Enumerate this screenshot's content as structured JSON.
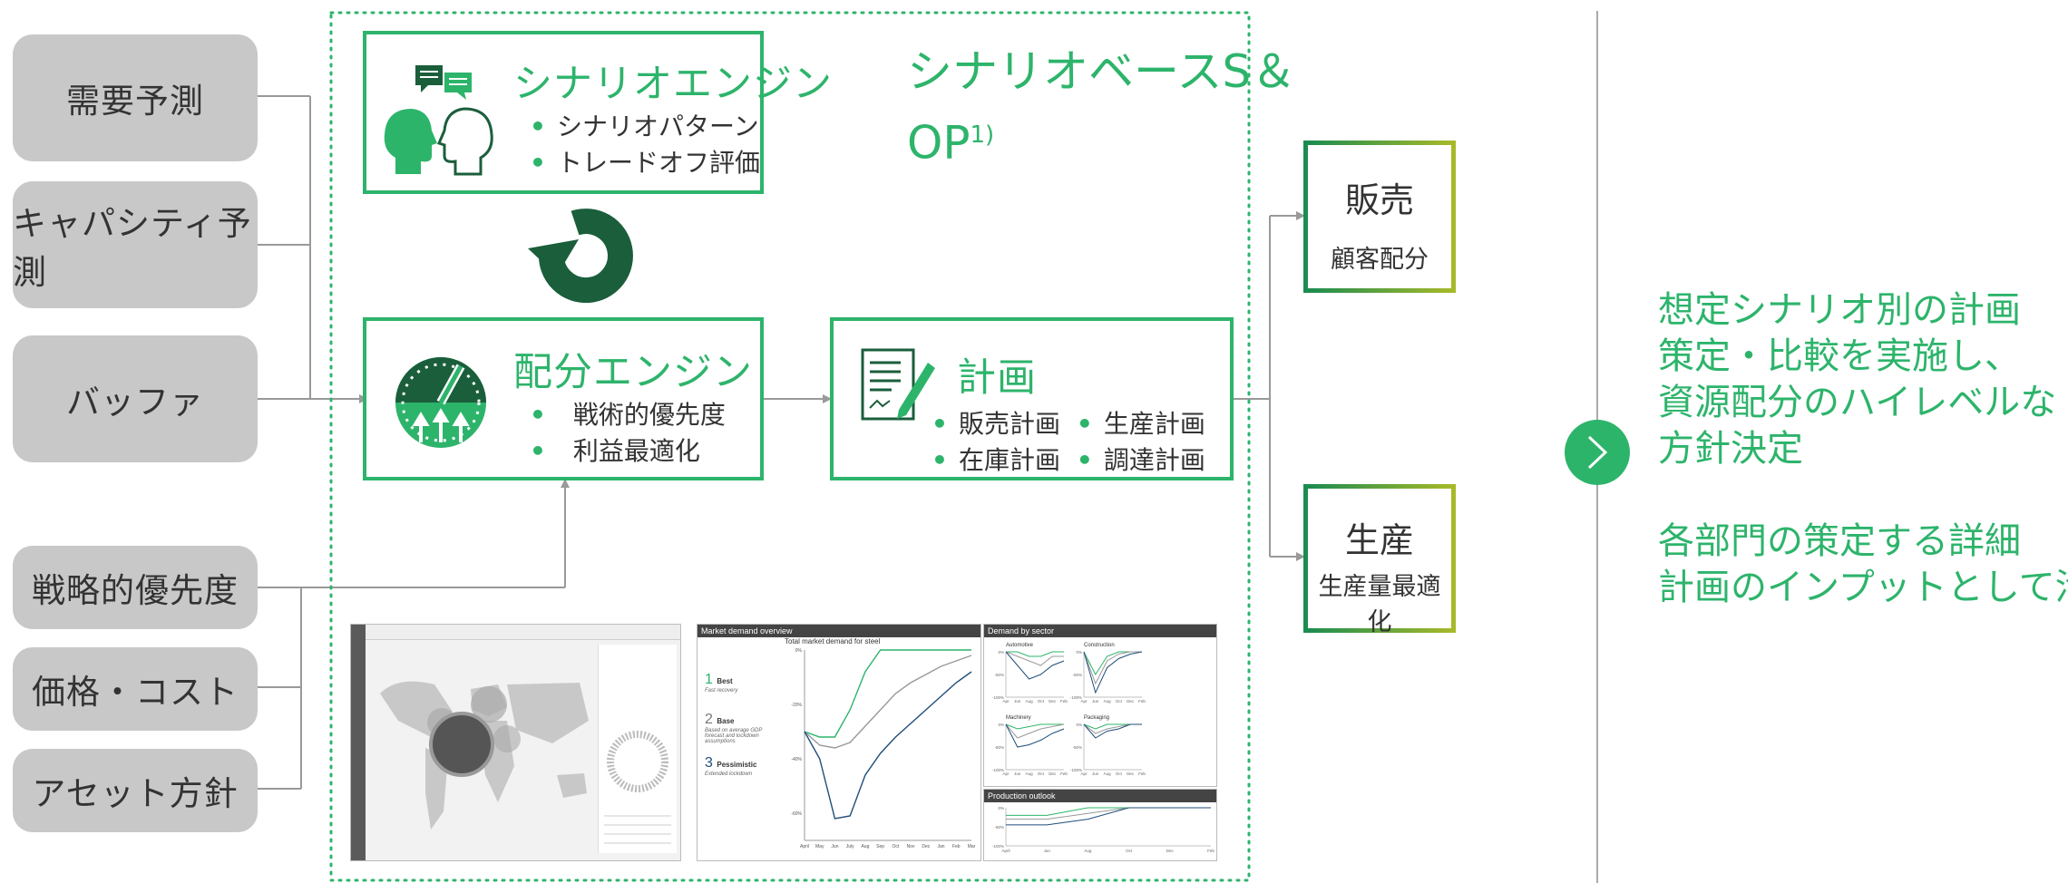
{
  "inputs_top": [
    "需要予測",
    "キャパシティ予測",
    "バッファ"
  ],
  "inputs_bottom": [
    "戦略的優先度",
    "価格・コスト",
    "アセット方針"
  ],
  "sop_title_line1": "シナリオベースS＆",
  "sop_title_line2": "OP",
  "sop_title_sup": "1)",
  "scenario_engine": {
    "title": "シナリオエンジン",
    "bullets": [
      "シナリオパターン",
      "トレードオフ評価"
    ]
  },
  "allocation_engine": {
    "title": "配分エンジン",
    "bullets": [
      "戦術的優先度",
      "利益最適化"
    ]
  },
  "plan": {
    "title": "計画",
    "bullets": [
      "販売計画",
      "生産計画",
      "在庫計画",
      "調達計画"
    ]
  },
  "sales": {
    "title": "販売",
    "sub": "顧客配分"
  },
  "production": {
    "title": "生産",
    "sub": "生産量最適化"
  },
  "right_text": [
    "想定シナリオ別の計画",
    "策定・比較を実施し、",
    "資源配分のハイレベルな",
    "方針決定",
    "",
    "各部門の策定する詳細",
    "計画のインプットとして活用"
  ],
  "colors": {
    "green": "#2db46b",
    "dark_green": "#1b5e3b",
    "gray_box": "#c8c8c8",
    "line": "#999999"
  },
  "icons": [
    "chat-bubbles-icon",
    "two-heads-icon",
    "cycle-arrow-icon",
    "gauge-icon",
    "document-sign-icon",
    "next-arrow-icon"
  ],
  "dashboard": {
    "market_panel_title": "Market demand overview",
    "chart_title": "Total market demand for steel",
    "scenarios": [
      {
        "num": "1",
        "name": "Best",
        "desc": "Fast recovery"
      },
      {
        "num": "2",
        "name": "Base",
        "desc": "Based on average GDP forecast and lockdown assumptions"
      },
      {
        "num": "3",
        "name": "Pessimistic",
        "desc": "Extended lockdown"
      }
    ],
    "sector_panel_title": "Demand by sector",
    "sectors": [
      "Automotive",
      "Construction",
      "Machinery",
      "Packaging"
    ],
    "production_panel_title": "Production outlook",
    "months_main": [
      "April",
      "May",
      "Jun",
      "July",
      "Aug",
      "Sep",
      "Oct",
      "Nov",
      "Dec",
      "Jan",
      "Feb",
      "Mar"
    ],
    "months_sector": [
      "Apr",
      "Jun",
      "Aug",
      "Oct",
      "Dec",
      "Feb"
    ],
    "months_prod": [
      "April",
      "Jun",
      "Aug",
      "Oct",
      "Dec",
      "Feb"
    ],
    "y_main": [
      "0%",
      "-20%",
      "-40%",
      "-60%"
    ],
    "y_small": [
      "0%",
      "-50%",
      "-100%"
    ],
    "y_prod": [
      "0%",
      "-50%",
      "-100%"
    ]
  },
  "chart_data": {
    "type": "line",
    "title": "Total market demand for steel",
    "categories": [
      "April",
      "May",
      "Jun",
      "July",
      "Aug",
      "Sep",
      "Oct",
      "Nov",
      "Dec",
      "Jan",
      "Feb",
      "Mar"
    ],
    "ylim": [
      -70,
      0
    ],
    "series": [
      {
        "name": "Best",
        "color": "#2db46b",
        "values": [
          -30,
          -32,
          -32,
          -22,
          -8,
          0,
          0,
          0,
          0,
          0,
          0,
          0
        ]
      },
      {
        "name": "Base",
        "color": "#999999",
        "values": [
          -30,
          -35,
          -36,
          -34,
          -28,
          -22,
          -16,
          -12,
          -9,
          -6,
          -4,
          -2
        ]
      },
      {
        "name": "Pessimistic",
        "color": "#1f4e79",
        "values": [
          -30,
          -40,
          -62,
          -61,
          -46,
          -38,
          -32,
          -27,
          -22,
          -17,
          -12,
          -8
        ]
      }
    ]
  }
}
